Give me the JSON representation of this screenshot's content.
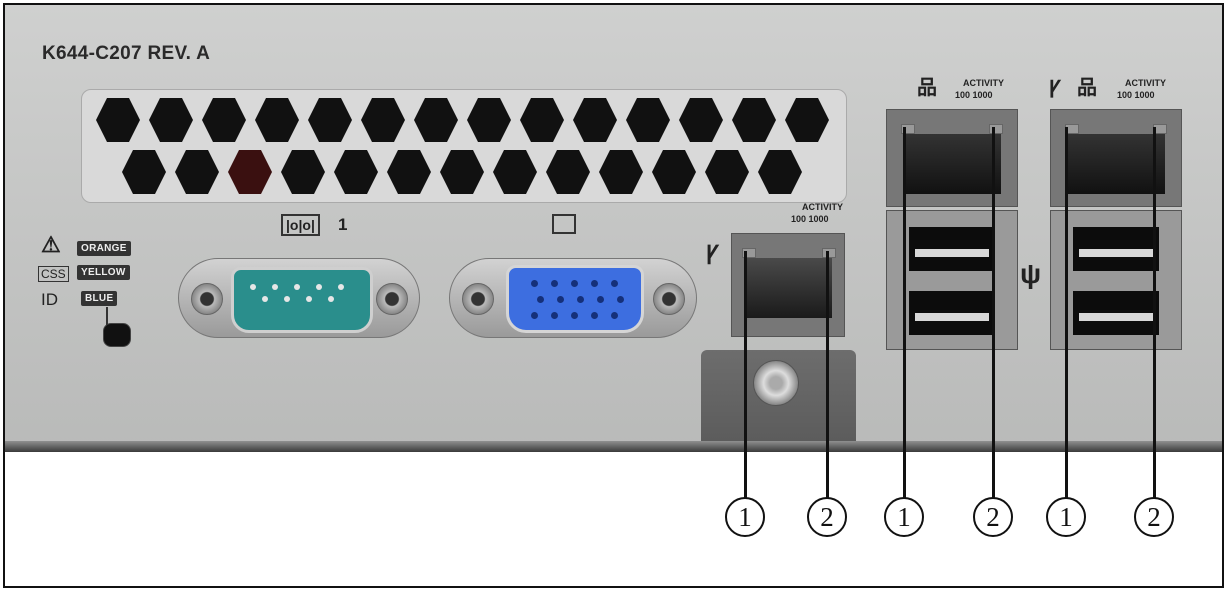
{
  "panel": {
    "model_label": "K644-C207 REV. A"
  },
  "status_indicators": {
    "warning_color": "ORANGE",
    "css_label": "CSS",
    "css_color": "YELLOW",
    "id_label": "ID",
    "id_color": "BLUE"
  },
  "serial_port": {
    "number": "1",
    "connector_color": "#2a8e8c"
  },
  "vga_port": {
    "connector_color": "#3d6ee0"
  },
  "ports": {
    "mgmt_activity": "ACTIVITY",
    "mgmt_speed": "100 1000",
    "lan1_activity": "ACTIVITY",
    "lan1_speed": "100 1000",
    "lan2_activity": "ACTIVITY",
    "lan2_speed": "100 1000"
  },
  "callouts": [
    "1",
    "2",
    "1",
    "2",
    "1",
    "2"
  ]
}
